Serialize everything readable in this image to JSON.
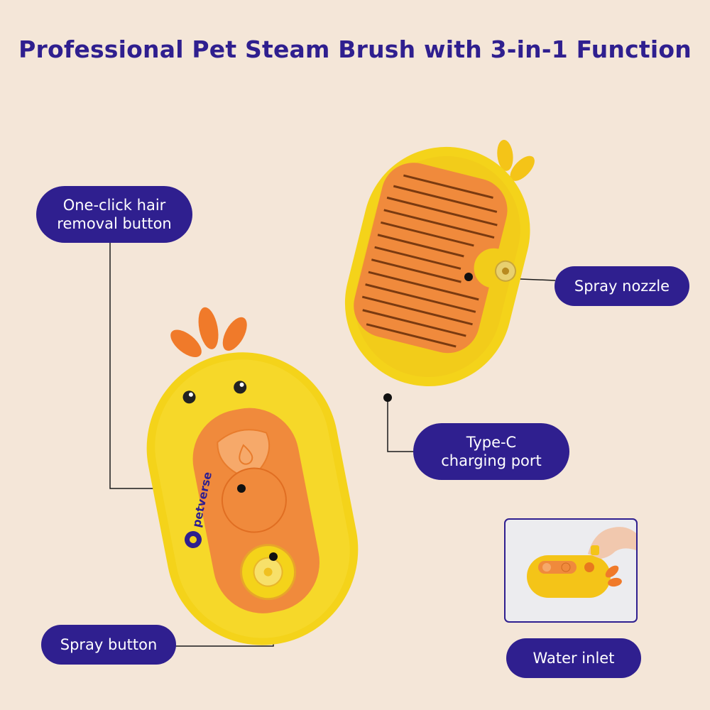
{
  "title": "Professional Pet Steam Brush with 3-in-1 Function",
  "brand": "petverse",
  "callouts": {
    "hair_removal": [
      "One-click hair",
      "removal button"
    ],
    "spray_nozzle": "Spray nozzle",
    "type_c": [
      "Type-C",
      "charging port"
    ],
    "spray_button": "Spray button",
    "water_inlet": "Water inlet"
  },
  "colors": {
    "background": "#f4e6d8",
    "accent": "#2f1f8f",
    "brush_yellow": "#f4d31a",
    "brush_orange": "#f08a3c"
  },
  "icons": [
    "water-drop-icon",
    "petverse-logo-icon"
  ]
}
